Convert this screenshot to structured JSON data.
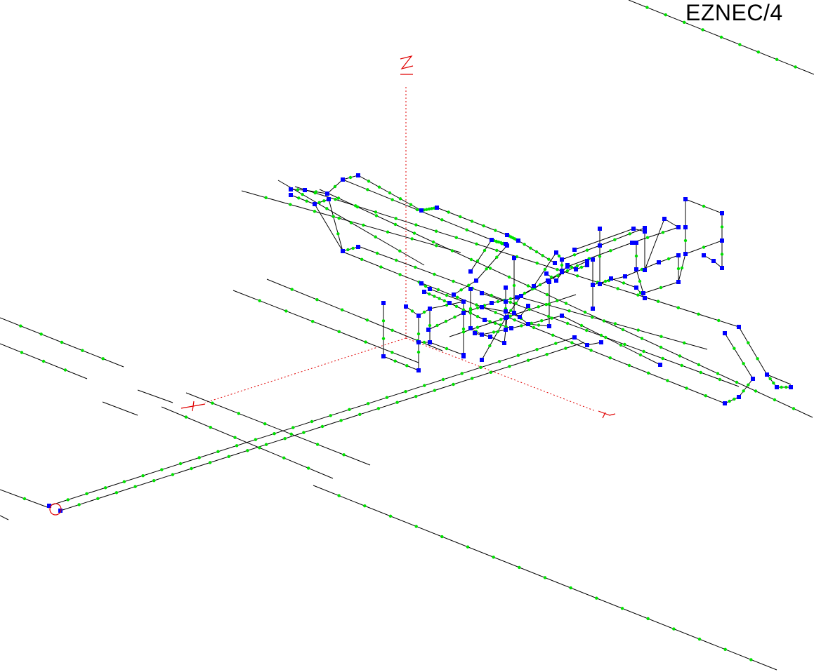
{
  "app": {
    "title": "EZNEC/4"
  },
  "axes": {
    "x_label": "X",
    "y_label": "Y",
    "z_label": "Z"
  },
  "colors": {
    "wire": "#000000",
    "segment": "#00e000",
    "node": "#0000ff",
    "axis": "#e00000",
    "background": "#ffffff"
  }
}
